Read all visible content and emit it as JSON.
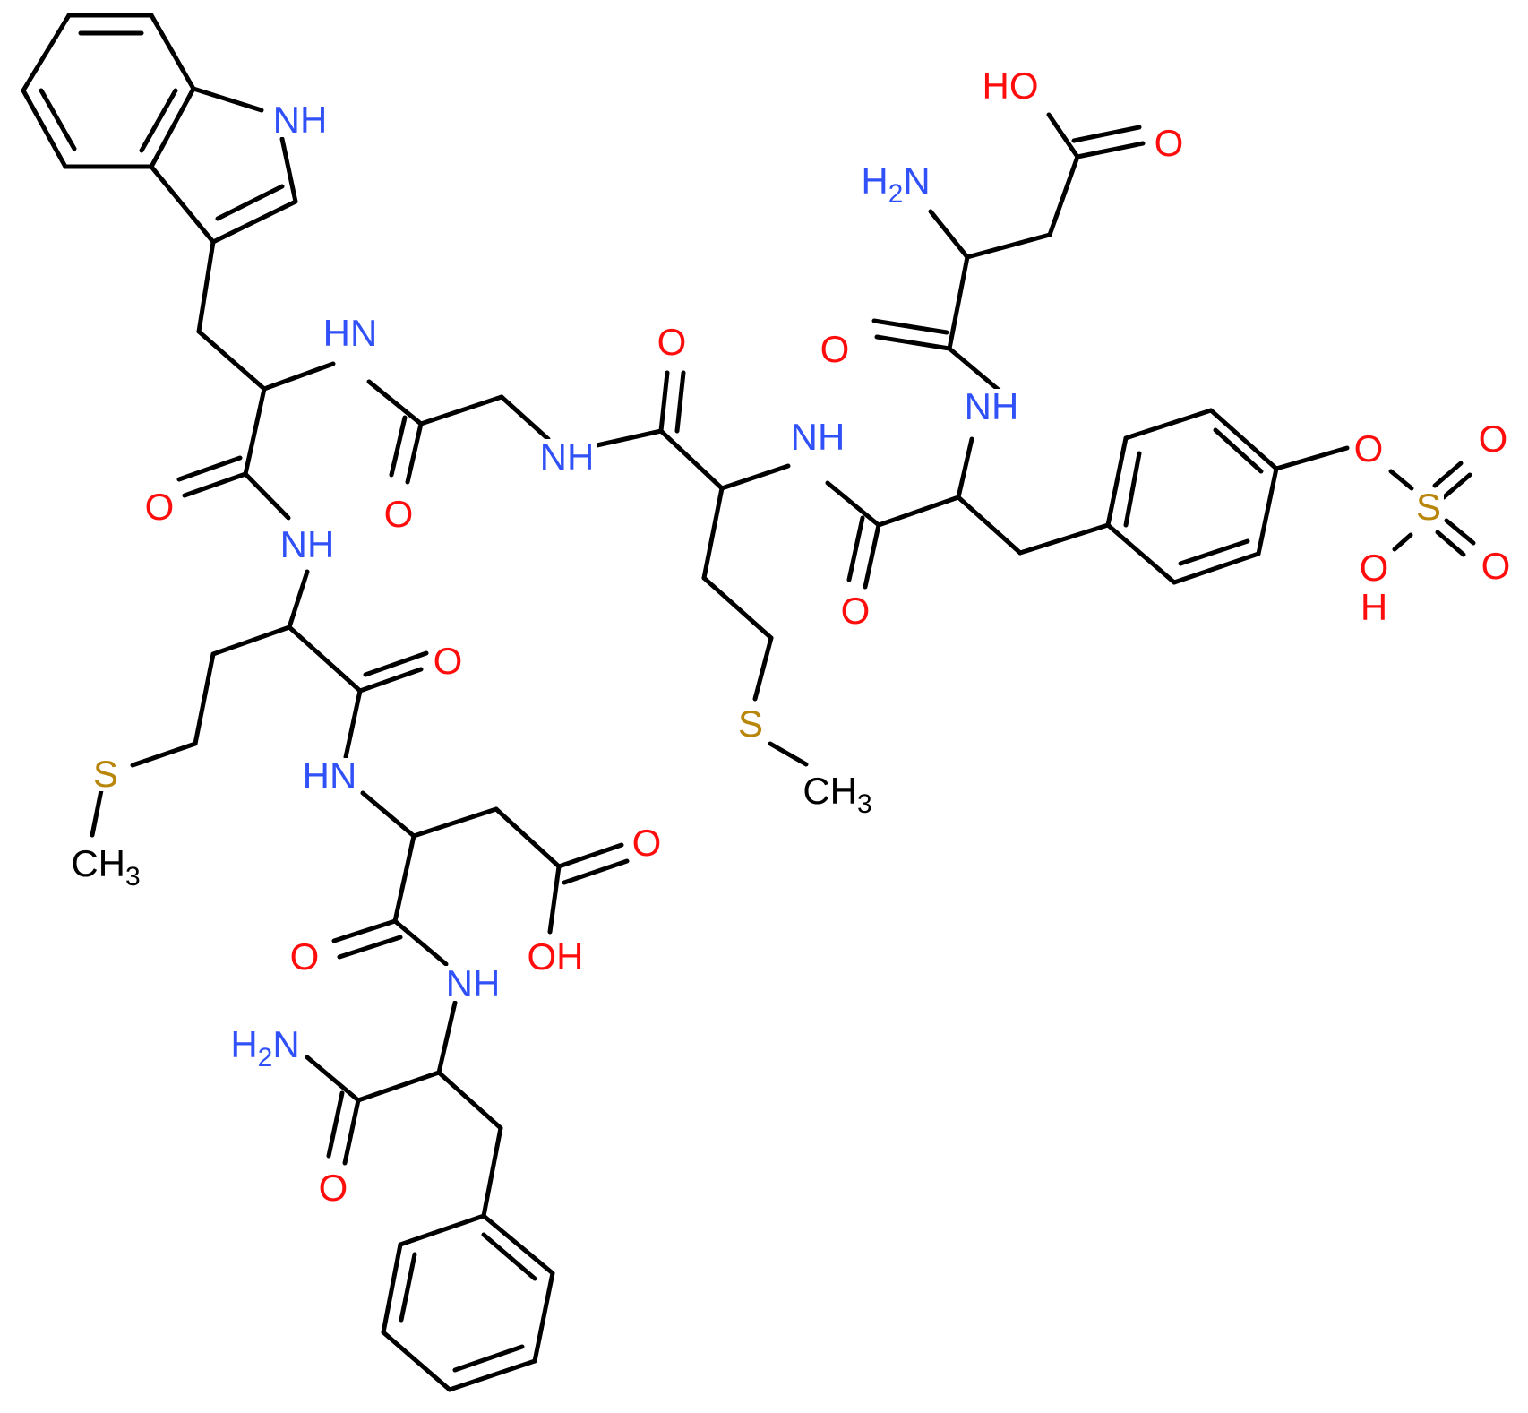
{
  "colors": {
    "bond": "#000000",
    "O": "#ff0d0d",
    "N": "#3050f8",
    "S": "#b8860b",
    "C": "#000000",
    "background": "#ffffff"
  },
  "molecule": {
    "atoms": [
      {
        "id": "a_nh_indole",
        "element": "N",
        "text": "NH"
      },
      {
        "id": "a_o_dcooh_h",
        "element": "O",
        "text": "HO"
      },
      {
        "id": "a_o_dcooh",
        "element": "O",
        "text": "O"
      },
      {
        "id": "a_nh2_top",
        "element": "N",
        "text": "H",
        "sub": "2",
        "tail": "N"
      },
      {
        "id": "a_nh_trp",
        "element": "N",
        "text": "H",
        "tail": "N"
      },
      {
        "id": "a_o_met1",
        "element": "O",
        "text": "O"
      },
      {
        "id": "a_o_asp_top",
        "element": "O",
        "text": "O"
      },
      {
        "id": "a_nh_tyr",
        "element": "N",
        "text": "NH"
      },
      {
        "id": "a_nh_met1",
        "element": "N",
        "text": "NH"
      },
      {
        "id": "a_nh_gly",
        "element": "N",
        "text": "NH"
      },
      {
        "id": "a_o_trp",
        "element": "O",
        "text": "O"
      },
      {
        "id": "a_o_gly",
        "element": "O",
        "text": "O"
      },
      {
        "id": "a_nh_met2",
        "element": "N",
        "text": "NH"
      },
      {
        "id": "a_o_sulf1",
        "element": "O",
        "text": "O"
      },
      {
        "id": "a_o_sulf_eq1",
        "element": "O",
        "text": "O"
      },
      {
        "id": "a_s_sulf",
        "element": "S",
        "text": "S"
      },
      {
        "id": "a_o_sulf_eq2",
        "element": "O",
        "text": "O"
      },
      {
        "id": "a_oh_sulf",
        "element": "O",
        "text": "OH"
      },
      {
        "id": "a_o_tyr",
        "element": "O",
        "text": "O"
      },
      {
        "id": "a_o_met2",
        "element": "O",
        "text": "O"
      },
      {
        "id": "a_s_met1",
        "element": "S",
        "text": "S"
      },
      {
        "id": "a_ch3_met1",
        "element": "C",
        "text": "CH",
        "sub": "3"
      },
      {
        "id": "a_hn_asp",
        "element": "N",
        "text": "HN"
      },
      {
        "id": "a_s_met2",
        "element": "S",
        "text": "S"
      },
      {
        "id": "a_ch3_met2",
        "element": "C",
        "text": "CH",
        "sub": "3"
      },
      {
        "id": "a_o_aspcooh",
        "element": "O",
        "text": "O"
      },
      {
        "id": "a_oh_aspcooh",
        "element": "O",
        "text": "OH"
      },
      {
        "id": "a_o_asp_bot",
        "element": "O",
        "text": "O"
      },
      {
        "id": "a_nh_phe",
        "element": "N",
        "text": "NH"
      },
      {
        "id": "a_nh2_bot",
        "element": "N",
        "text": "H",
        "sub": "2",
        "tail": "N"
      },
      {
        "id": "a_o_phe",
        "element": "O",
        "text": "O"
      }
    ]
  }
}
